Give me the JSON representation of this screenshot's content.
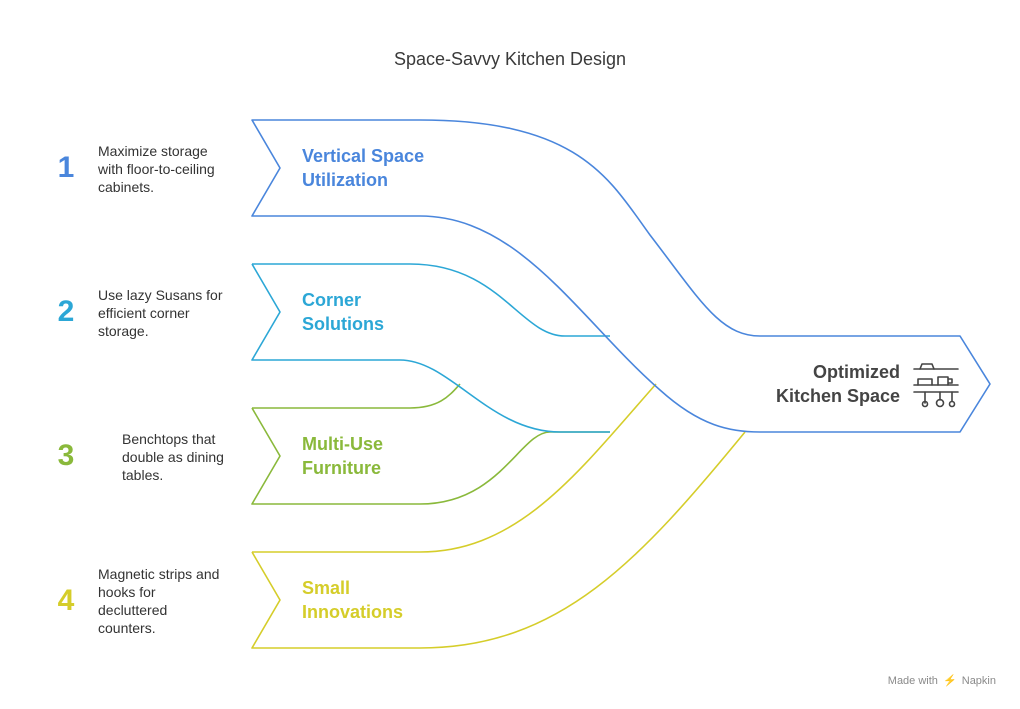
{
  "title": "Space-Savvy Kitchen Design",
  "colors": {
    "blue": "#4A86DC",
    "cyan": "#2CA7D6",
    "green": "#8AB93B",
    "yellow": "#D5CD2A",
    "text": "#333333"
  },
  "items": [
    {
      "number": "1",
      "label_line1": "Vertical Space",
      "label_line2": "Utilization",
      "description": [
        "Maximize storage",
        "with floor-to-ceiling",
        "cabinets."
      ]
    },
    {
      "number": "2",
      "label_line1": "Corner",
      "label_line2": "Solutions",
      "description": [
        "Use lazy Susans for",
        "efficient corner",
        "storage."
      ]
    },
    {
      "number": "3",
      "label_line1": "Multi-Use",
      "label_line2": "Furniture",
      "description": [
        "Benchtops that",
        "double as dining",
        "tables."
      ]
    },
    {
      "number": "4",
      "label_line1": "Small",
      "label_line2": "Innovations",
      "description": [
        "Magnetic strips and",
        "hooks for",
        "decluttered",
        "counters."
      ]
    }
  ],
  "destination": {
    "line1": "Optimized",
    "line2": "Kitchen Space",
    "icon": "kitchen-utensils-icon"
  },
  "footer": {
    "made_with": "Made with",
    "brand": "Napkin",
    "icon": "napkin-logo-icon"
  }
}
